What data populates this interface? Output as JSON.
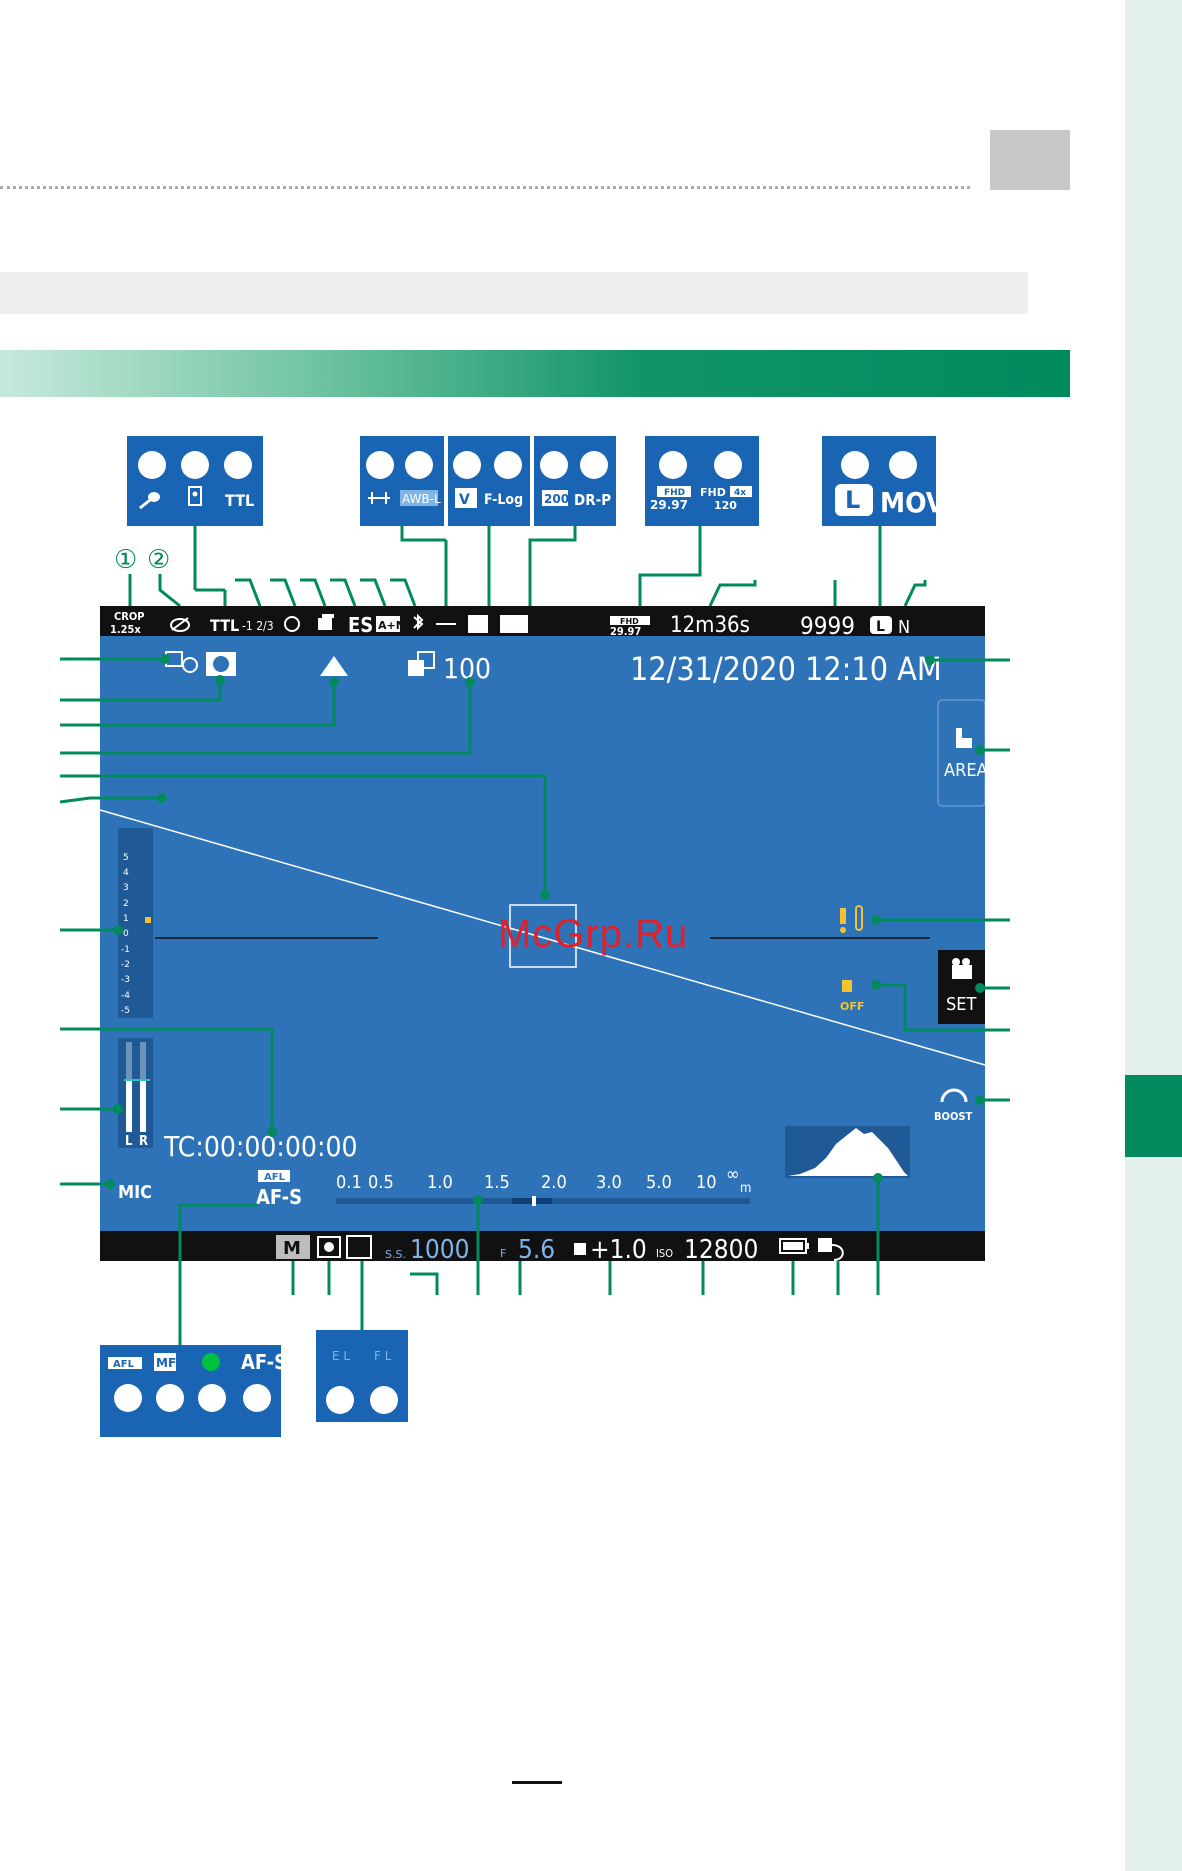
{
  "header": {
    "title": "",
    "section_band": ""
  },
  "callout_circles": [
    "①",
    "②"
  ],
  "screen": {
    "top_bar": {
      "crop_label": "CROP",
      "crop_value": "1.25x",
      "flash_mode": "TTL",
      "flash_comp": "-1 2/3",
      "shutter_type": "ES",
      "metering_mode": "A+M",
      "movie_format": "FHD",
      "movie_fps": "29.97",
      "record_time": "12m36s",
      "frames_remaining": "9999",
      "image_size": "L",
      "image_quality": "N"
    },
    "date_time": "12/31/2020  12:10  AM",
    "sensitivity_indicator": "100",
    "area_label": "AREA",
    "set_label": "SET",
    "sound_off_label": "OFF",
    "boost_label": "BOOST",
    "timecode": "TC:00:00:00:00",
    "mic_label": "MIC",
    "level_labels": [
      "L",
      "R"
    ],
    "meter_scale": [
      "5",
      "4",
      "3",
      "2",
      "1",
      "0",
      "-1",
      "-2",
      "-3",
      "-4",
      "-5"
    ],
    "afl_label": "AFL",
    "focus_mode": "AF-S",
    "distance_scale": [
      "0.1",
      "0.5",
      "1.0",
      "1.5",
      "2.0",
      "3.0",
      "5.0",
      "10",
      "∞"
    ],
    "distance_unit": "m",
    "bottom_bar": {
      "exposure_mode": "M",
      "ss_label": "S.S.",
      "shutter_speed": "1000",
      "f_label": "F",
      "aperture": "5.6",
      "exposure_comp": "+1.0",
      "iso_label": "ISO",
      "iso": "12800"
    }
  },
  "callout_boxes": {
    "flash_box": {
      "icons": [
        "mic-icon",
        "remote-icon",
        "flash-ttl-icon"
      ],
      "labels": [
        "TTL"
      ]
    },
    "wb_box": {
      "labels": [
        "AWB-L"
      ]
    },
    "film_box": {
      "labels": [
        "F-Log"
      ]
    },
    "dr_box": {
      "labels": [
        "200",
        "DR-P"
      ]
    },
    "movie_box": {
      "labels": [
        "FHD",
        "29.97",
        "FHD",
        "4x",
        "120"
      ]
    },
    "size_box": {
      "labels": [
        "L",
        "MOV"
      ]
    },
    "focus_box": {
      "labels": [
        "AFL",
        "MF",
        "AF-S"
      ]
    },
    "lock_box": {
      "labels": [
        "E L",
        "F L"
      ]
    }
  },
  "watermark": "McGrp.Ru",
  "colors": {
    "screen_blue": "#2e73b8",
    "callout_blue": "#1a64b4",
    "callout_line": "#008a5e",
    "header_green": "#008a5e",
    "warning_yellow": "#f2c230"
  }
}
